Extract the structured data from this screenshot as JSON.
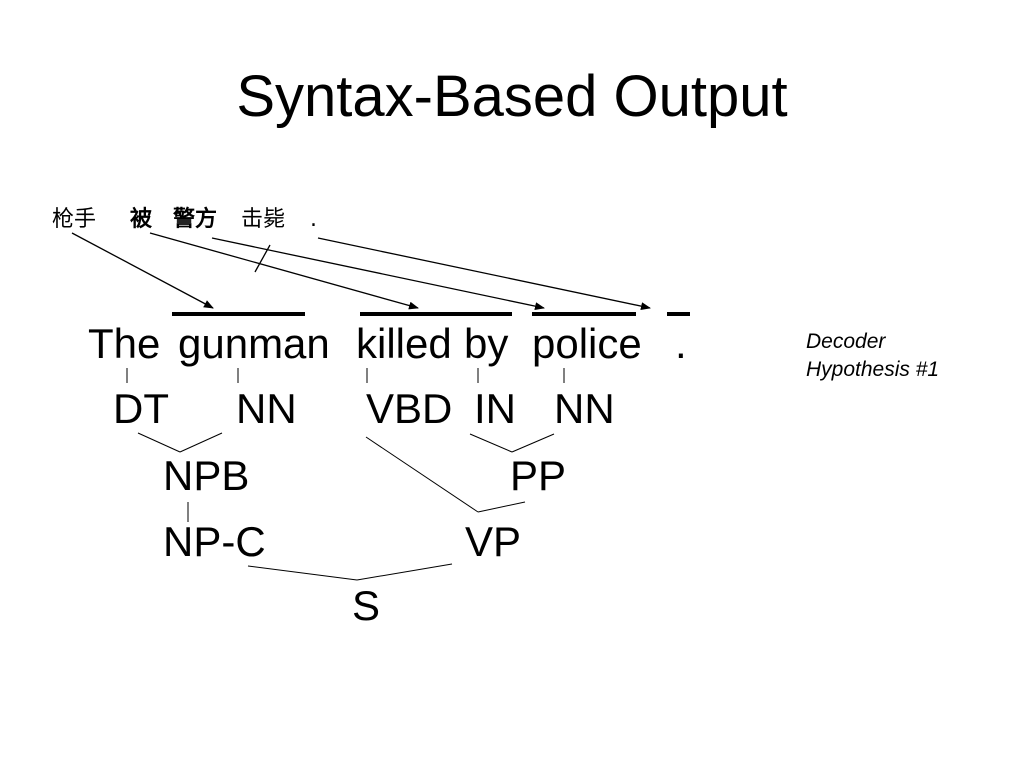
{
  "slide": {
    "title": "Syntax-Based Output"
  },
  "source_sentence": {
    "tokens": [
      "枪手",
      "被",
      "警方",
      "击毙",
      "."
    ]
  },
  "target_sentence": {
    "words": [
      "The",
      "gunman",
      "killed",
      "by",
      "police",
      "."
    ]
  },
  "parse_tree": {
    "pos_tags": [
      "DT",
      "NN",
      "VBD",
      "IN",
      "NN"
    ],
    "phrases": [
      "NPB",
      "PP",
      "NP-C",
      "VP",
      "S"
    ]
  },
  "side_note": {
    "line1": "Decoder",
    "line2": "Hypothesis #1"
  }
}
